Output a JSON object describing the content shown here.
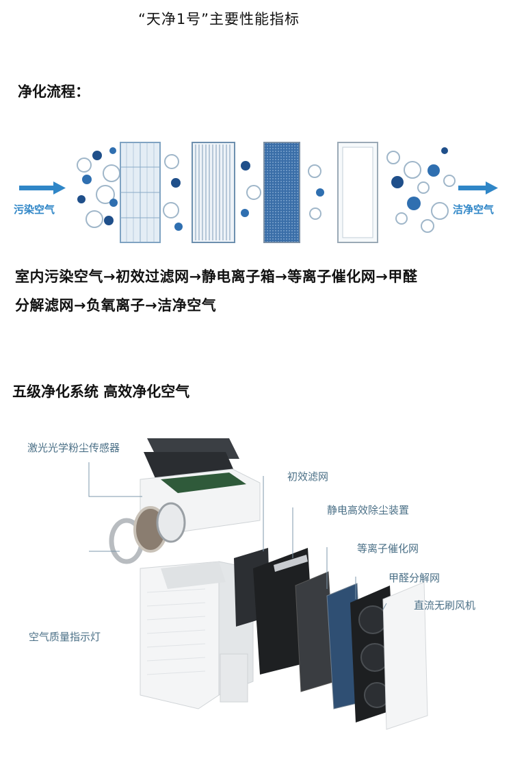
{
  "page_title": "“天净1号”主要性能指标",
  "purification": {
    "heading": "净化流程：",
    "left_label": "污染空气",
    "right_label": "洁净空气",
    "flow_line1": "室内污染空气→初效过滤网→静电离子箱→等离子催化网→甲醛",
    "flow_line2": "分解滤网→负氧离子→洁净空气"
  },
  "system": {
    "heading": "五级净化系统 高效净化空气",
    "callouts": {
      "sensor": "激光光学粉尘传感器",
      "indicator": "空气质量指示灯",
      "prefilter": "初效滤网",
      "electrostatic": "静电高效除尘装置",
      "plasma": "等离子催化网",
      "formaldehyde": "甲醛分解网",
      "fan": "直流无刷风机"
    }
  },
  "colors": {
    "accent_blue": "#2f86c7",
    "callout_text": "#4a6f86"
  }
}
